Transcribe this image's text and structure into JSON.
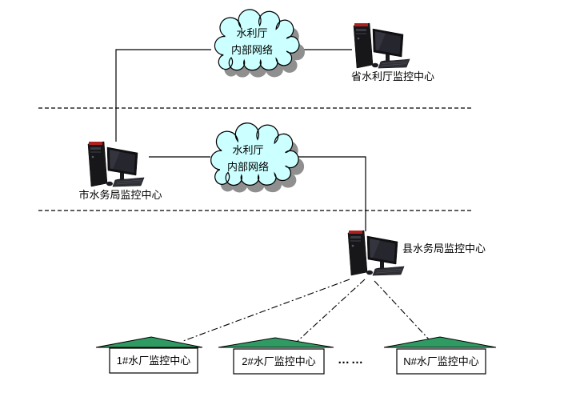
{
  "colors": {
    "background": "#ffffff",
    "cloud_fill": "#ccffff",
    "cloud_shadow": "#8f8f8f",
    "roof_fill": "#2f9b63",
    "line": "#000000",
    "box_fill": "#ffffff"
  },
  "clouds": {
    "top": {
      "line1": "水利厅",
      "line2": "内部网络"
    },
    "middle": {
      "line1": "水利厅",
      "line2": "内部网络"
    }
  },
  "nodes": {
    "province": {
      "label": "省水利厅监控中心"
    },
    "city": {
      "label": "市水务局监控中心"
    },
    "county": {
      "label": "县水务局监控中心"
    }
  },
  "plants": [
    {
      "label": "1#水厂监控中心"
    },
    {
      "label": "2#水厂监控中心"
    },
    {
      "label": "N#水厂监控中心"
    }
  ],
  "ellipsis": "……"
}
